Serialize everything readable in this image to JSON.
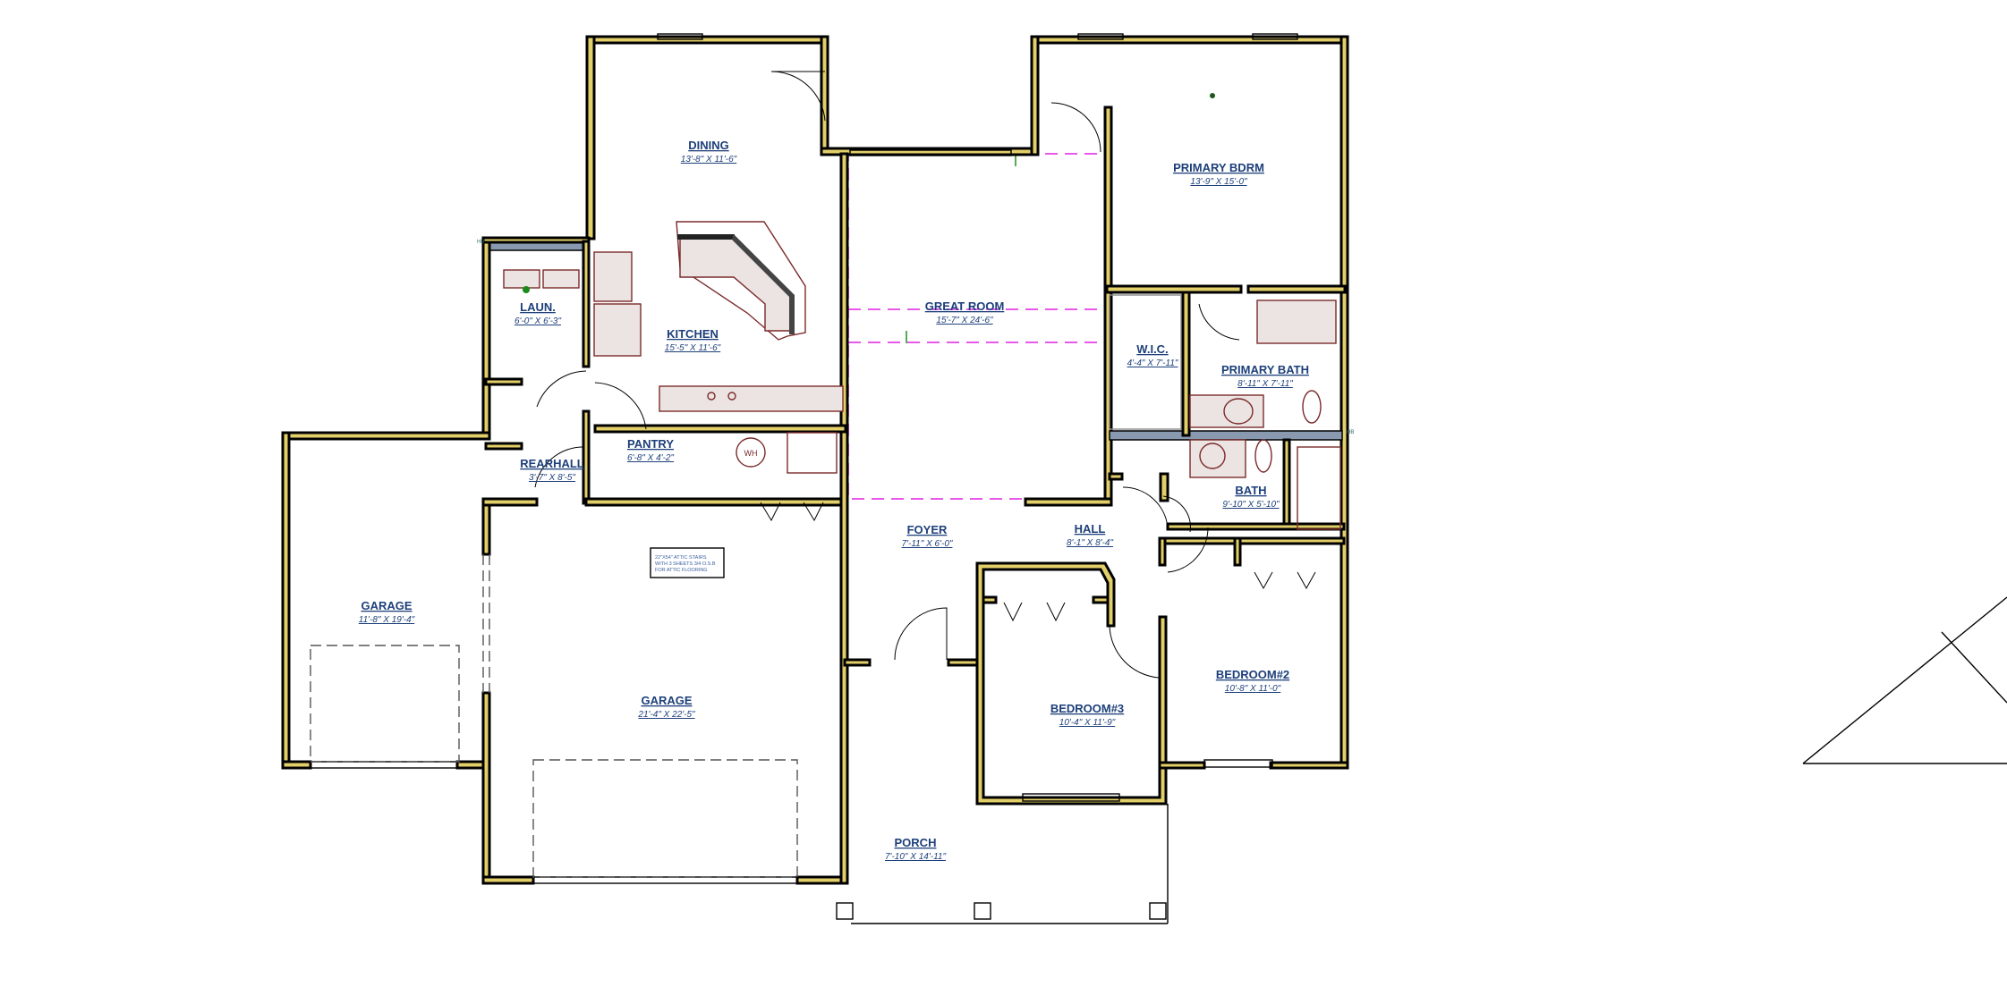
{
  "plan": {
    "rooms": [
      {
        "name": "DINING",
        "dims": "13'-8\" X 11'-6\""
      },
      {
        "name": "PRIMARY BDRM",
        "dims": "13'-9\" X 15'-0\""
      },
      {
        "name": "GREAT ROOM",
        "dims": "15'-7\" X 24'-6\""
      },
      {
        "name": "KITCHEN",
        "dims": "15'-5\" X 11'-6\""
      },
      {
        "name": "LAUN.",
        "dims": "6'-0\" X 6'-3\""
      },
      {
        "name": "W.I.C.",
        "dims": "4'-4\" X 7'-11\""
      },
      {
        "name": "PRIMARY BATH",
        "dims": "8'-11\" X 7'-11\""
      },
      {
        "name": "PANTRY",
        "dims": "6'-8\" X 4'-2\""
      },
      {
        "name": "REARHALL",
        "dims": "3'-7\" X 8'-5\""
      },
      {
        "name": "BATH",
        "dims": "9'-10\" X 5'-10\""
      },
      {
        "name": "FOYER",
        "dims": "7'-11\" X 6'-0\""
      },
      {
        "name": "HALL",
        "dims": "8'-1\" X 8'-4\""
      },
      {
        "name": "GARAGE",
        "dims": "11'-8\" X 19'-4\""
      },
      {
        "name": "GARAGE",
        "dims": "21'-4\" X 22'-5\""
      },
      {
        "name": "BEDROOM#3",
        "dims": "10'-4\" X 11'-9\""
      },
      {
        "name": "BEDROOM#2",
        "dims": "10'-8\" X 11'-0\""
      },
      {
        "name": "PORCH",
        "dims": "7'-10\" X 14'-11\""
      }
    ],
    "attic_note": [
      "22\"X54\" ATTIC STAIRS",
      "WITH 3 SHEETS 3/4 O.S.B",
      "FOR ATTIC FLOORING"
    ],
    "water_heater_label": "WH",
    "hose_bib_label": "HB",
    "colors": {
      "wall": "#e3cf6a",
      "label": "#1d3f7a",
      "ceiling_break": "#e020e0",
      "fixture": "#7a2a2a"
    }
  }
}
